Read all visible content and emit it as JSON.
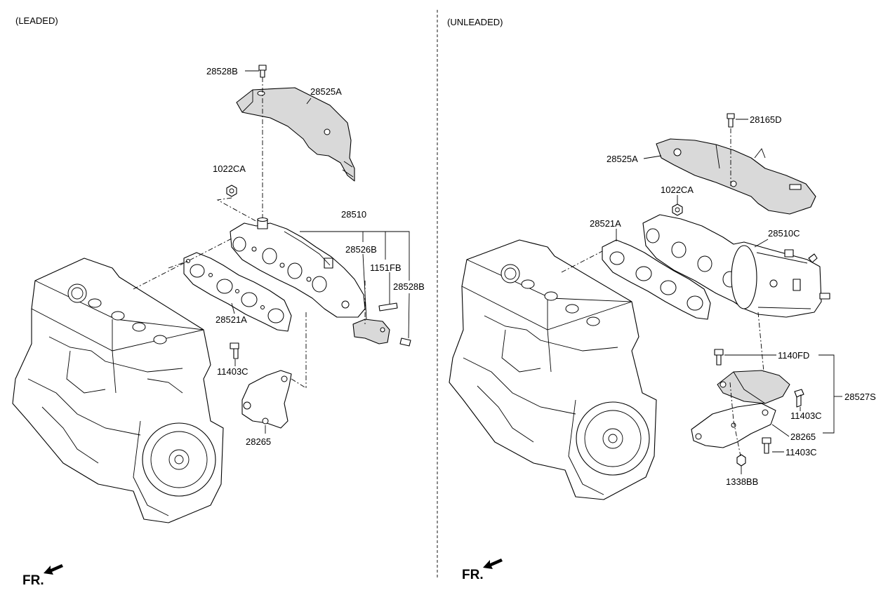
{
  "sections": {
    "leaded": {
      "title": "(LEADED)",
      "labels": {
        "bolt_top": "28528B",
        "heat_shield": "28525A",
        "nut": "1022CA",
        "manifold": "28510",
        "gasket_bracket": "28526B",
        "stud": "1151FB",
        "bolt_right": "28528B",
        "gasket": "28521A",
        "bolt_bracket": "11403C",
        "bracket": "28265"
      },
      "direction_label": "FR."
    },
    "unleaded": {
      "title": "(UNLEADED)",
      "labels": {
        "bolt_top": "28165D",
        "heat_shield": "28525A",
        "nut": "1022CA",
        "gasket": "28521A",
        "manifold_catalyst": "28510C",
        "bolt_1140": "1140FD",
        "assembly": "28527S",
        "bolt_11403_upper": "11403C",
        "bracket": "28265",
        "bolt_11403_lower": "11403C",
        "nut_bottom": "1338BB"
      },
      "direction_label": "FR."
    }
  }
}
